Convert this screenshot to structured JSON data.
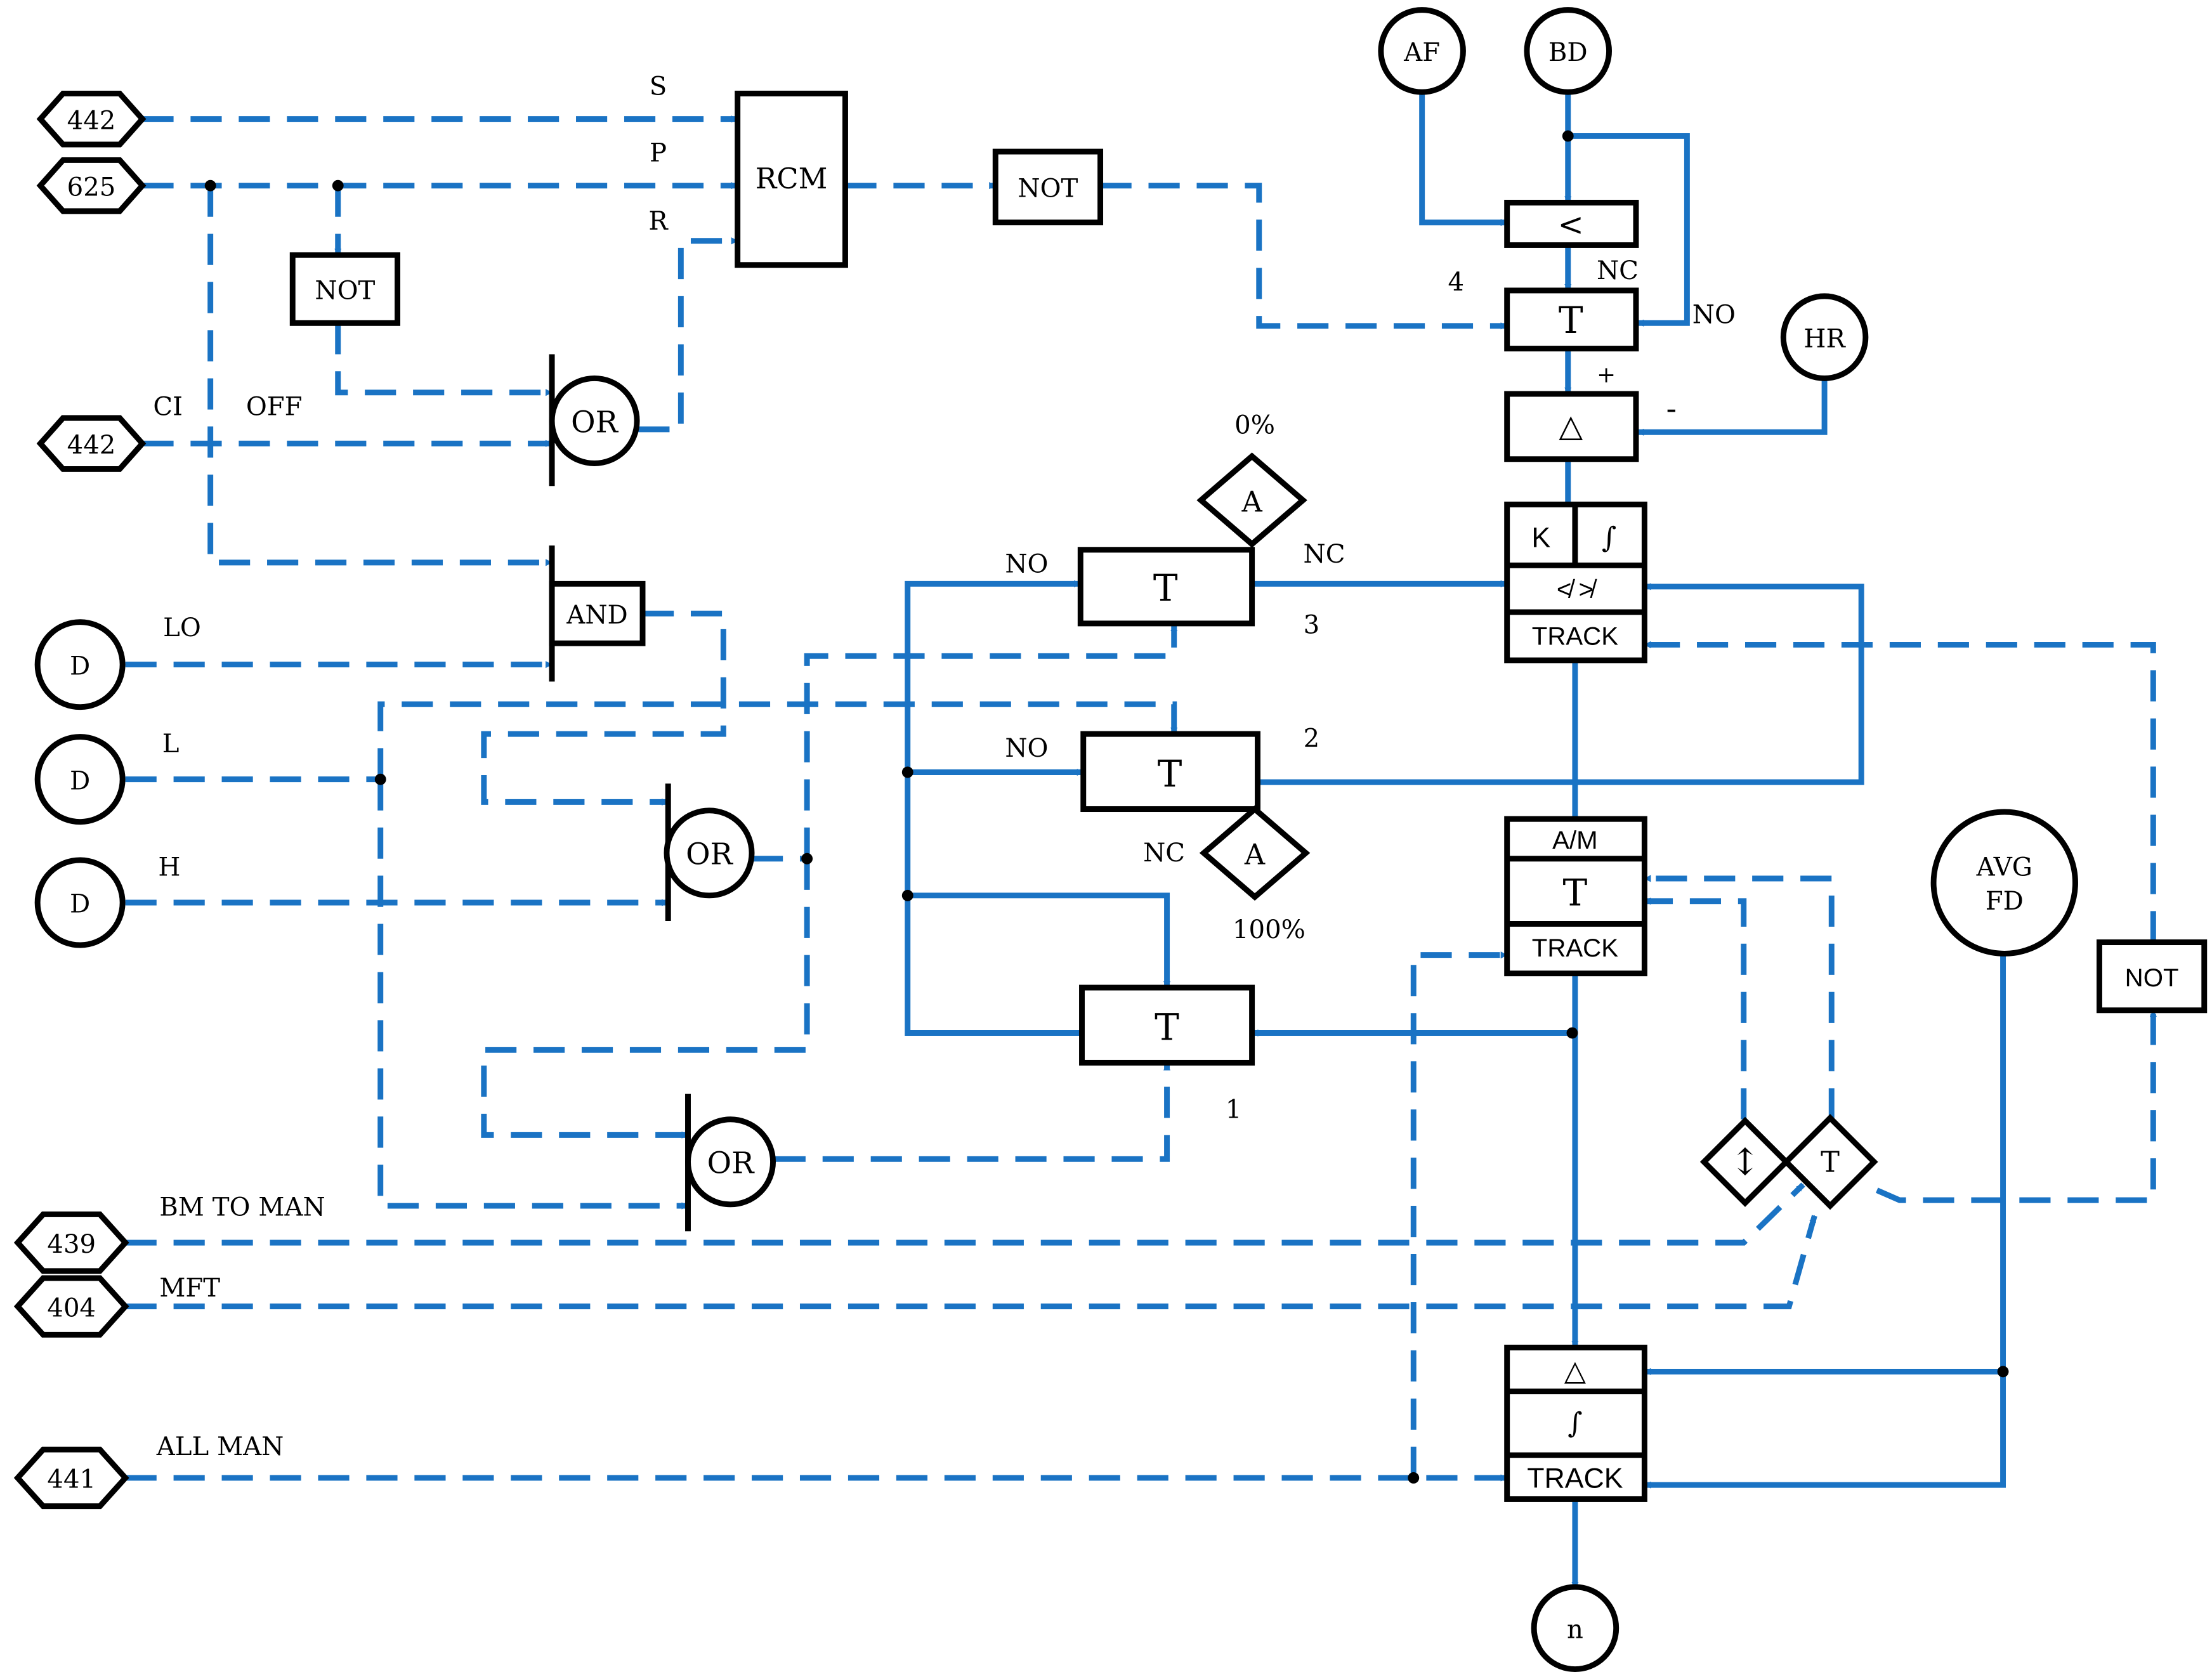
{
  "colors": {
    "signal": "#1a73c4",
    "ink": "#000000",
    "background": "#ffffff"
  },
  "labels": {
    "s": "S",
    "p": "P",
    "r": "R",
    "ci": "CI",
    "off": "OFF",
    "lo": "LO",
    "l": "L",
    "h": "H",
    "bm_to_man": "BM TO MAN",
    "mft": "MFT",
    "all_man": "ALL MAN",
    "nc_top": "NC",
    "no_top": "NO",
    "plus": "+",
    "minus": "-",
    "num4": "4",
    "num3": "3",
    "num2": "2",
    "num1": "1",
    "pct0": "0%",
    "pct100": "100%",
    "no_t3": "NO",
    "nc_t3": "NC",
    "no_t2": "NO",
    "nc_t2": "NC"
  },
  "hexagons": {
    "h442a": "442",
    "h625": "625",
    "h442b": "442",
    "h439": "439",
    "h404": "404",
    "h441": "441"
  },
  "circles": {
    "af": "AF",
    "bd": "BD",
    "hr": "HR",
    "d1": "D",
    "d2": "D",
    "d3": "D",
    "avg1": "AVG",
    "avg2": "FD",
    "n": "n"
  },
  "blocks": {
    "rcm": "RCM",
    "not1": "NOT",
    "not2": "NOT",
    "not3": "NOT",
    "or1": "OR",
    "and1": "AND",
    "or2": "OR",
    "or3": "OR",
    "lt": "<",
    "t4": "T",
    "delta1": "△",
    "pid_k": "K",
    "pid_int": "∫",
    "pid_lim": "≮ ≯",
    "pid_track": "TRACK",
    "t3": "T",
    "t2": "T",
    "t1": "T",
    "a_top": "A",
    "a_bot": "A",
    "am_title": "A/M",
    "am_t": "T",
    "am_track": "TRACK",
    "int_delta": "△",
    "int_int": "∫",
    "int_track": "TRACK",
    "dia_arrow": "↕",
    "dia_t": "T"
  }
}
